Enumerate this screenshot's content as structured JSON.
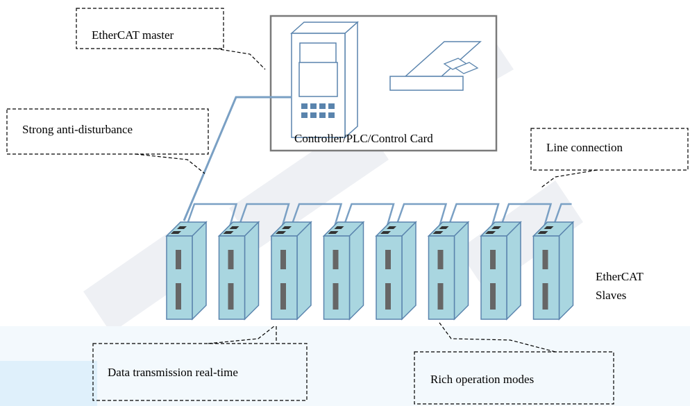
{
  "callouts": {
    "master": "EtherCAT master",
    "anti_disturbance": "Strong anti-disturbance",
    "line_connection": "Line connection",
    "data_transmission": "Data transmission real-time",
    "rich_modes": "Rich operation modes"
  },
  "labels": {
    "controller": "Controller/PLC/Control Card",
    "slaves_line1": "EtherCAT",
    "slaves_line2": "Slaves"
  },
  "colors": {
    "cable": "#7aa0c4",
    "device_fill": "#a9d6e0",
    "device_stroke": "#5a84ad",
    "port": "#333333",
    "slot": "#666666",
    "watermark": "#eef0f4",
    "accent_bar": "#dff0fb"
  },
  "slaves": {
    "count": 8
  }
}
